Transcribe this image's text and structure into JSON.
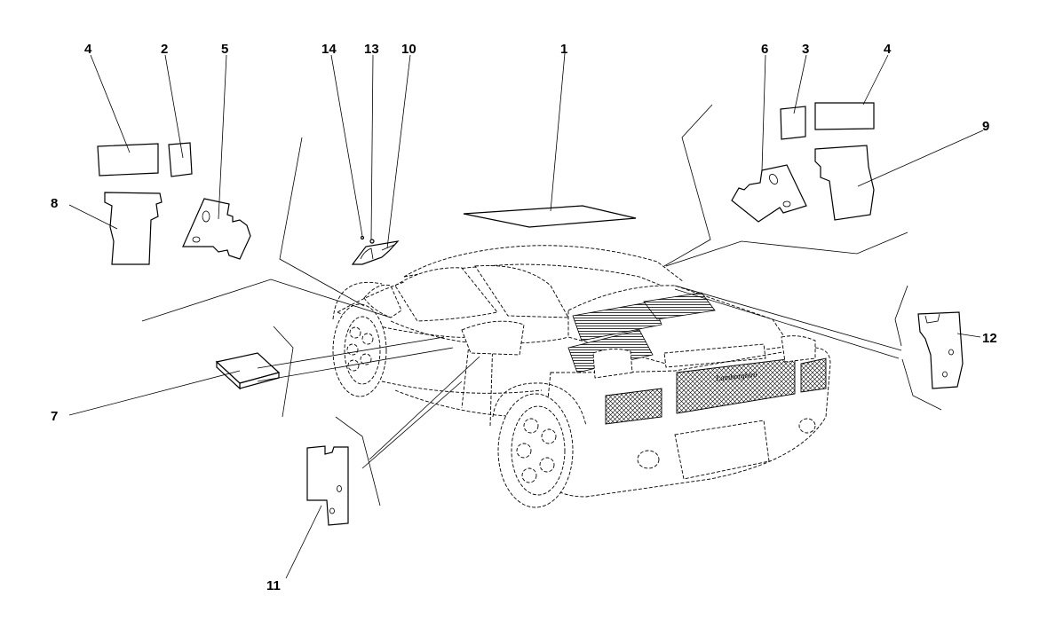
{
  "callouts": {
    "c1": "1",
    "c2": "2",
    "c3": "3",
    "c4a": "4",
    "c4b": "4",
    "c5": "5",
    "c6": "6",
    "c7": "7",
    "c8": "8",
    "c9": "9",
    "c10": "10",
    "c11": "11",
    "c12": "12",
    "c13": "13",
    "c14": "14"
  },
  "car": {
    "badge": "Lamborghini"
  }
}
